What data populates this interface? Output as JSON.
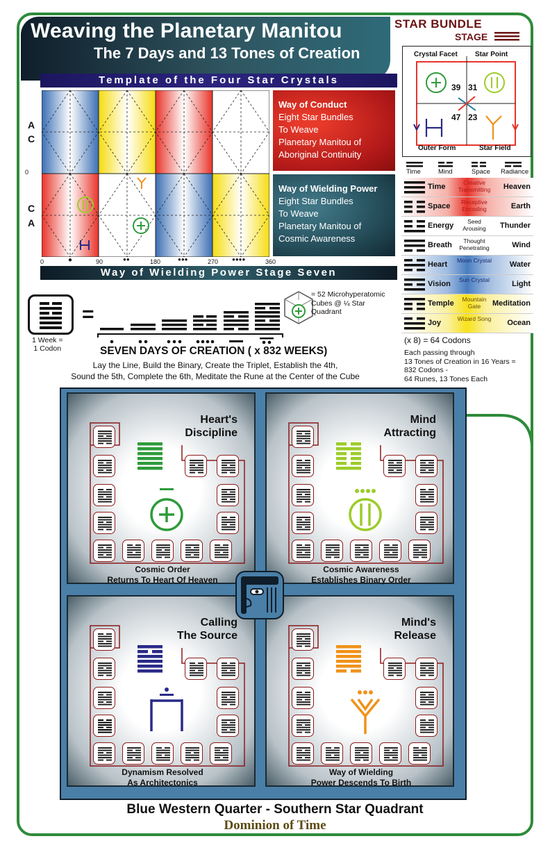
{
  "header": {
    "title": "Weaving the Planetary Manitou",
    "subtitle": "The 7 Days and 13 Tones of Creation"
  },
  "template": {
    "bar_title": "Template of the Four Star Crystals",
    "row_label_top": [
      "A",
      "C"
    ],
    "row_label_bottom": [
      "C",
      "A"
    ],
    "zero_label": "0",
    "axis_ticks": [
      "0",
      "90",
      "180",
      "270",
      "360"
    ],
    "bottom_bar": "Way of Wielding Power Stage Seven",
    "way_conduct": {
      "title": "Way of Conduct",
      "lines": [
        "Eight Star Bundles",
        "To Weave",
        "Planetary Manitou of",
        "Aboriginal Continuity"
      ]
    },
    "way_power": {
      "title": "Way of Wielding Power",
      "lines": [
        "Eight Star Bundles",
        "To Weave",
        "Planetary Manitou of",
        "Cosmic Awareness"
      ]
    }
  },
  "star_bundle": {
    "title": "STAR BUNDLE",
    "stage": "STAGE",
    "cells": [
      "Crystal Facet",
      "Star Point",
      "Outer Form",
      "Star Field"
    ],
    "numbers": [
      "39",
      "31",
      "47",
      "23"
    ],
    "col_headers": [
      "Time",
      "Mind",
      "Space",
      "Radiance"
    ],
    "rows": [
      {
        "left": "Time",
        "mid": "Creative Transmitting",
        "right": "Heaven"
      },
      {
        "left": "Space",
        "mid": "Receptive Encoding",
        "right": "Earth"
      },
      {
        "left": "Energy",
        "mid": "Seed Arousing",
        "right": "Thunder"
      },
      {
        "left": "Breath",
        "mid": "Thought Penetrating",
        "right": "Wind"
      },
      {
        "left": "Heart",
        "mid": "Moon Crystal",
        "right": "Water"
      },
      {
        "left": "Vision",
        "mid": "Sun Crystal",
        "right": "Light"
      },
      {
        "left": "Temple",
        "mid": "Mountain Gate",
        "right": "Meditation"
      },
      {
        "left": "Joy",
        "mid": "Wizard Song",
        "right": "Ocean"
      }
    ],
    "codons_total": "(x 8) = 64 Codons",
    "codons_note": [
      "Each passing through",
      "13 Tones of Creation in 16 Years =",
      "832 Codons -",
      "64 Runes, 13 Tones Each"
    ]
  },
  "days": {
    "week_label": [
      "1 Week =",
      "1 Codon"
    ],
    "equals": "=",
    "cube_note": [
      "= 52 Microhyperatomic",
      "Cubes @ ¼ Star",
      "Quadrant"
    ],
    "title": "SEVEN DAYS OF CREATION ( x 832 WEEKS)",
    "desc1": "Lay the Line, Build the Binary, Create the Triplet, Establish the 4th,",
    "desc2": "Sound the 5th, Complete the 6th, Meditate the Rune at the Center of the Cube"
  },
  "panels": [
    {
      "title": [
        "Heart's",
        "Discipline"
      ],
      "foot": [
        "Cosmic Order",
        "Returns To Heart Of Heaven"
      ],
      "color": "#2e9b3a"
    },
    {
      "title": [
        "Mind",
        "Attracting"
      ],
      "foot": [
        "Cosmic Awareness",
        "Establishes Binary Order"
      ],
      "color": "#9ccc2a"
    },
    {
      "title": [
        "Calling",
        "The Source"
      ],
      "foot": [
        "Dynamism Resolved",
        "As Architectonics"
      ],
      "color": "#2a2a88"
    },
    {
      "title": [
        "Mind's",
        "Release"
      ],
      "foot": [
        "Way of Wielding",
        "Power Descends To Birth"
      ],
      "color": "#f0921a"
    }
  ],
  "footer": {
    "title": "Blue Western Quarter - Southern Star Quadrant",
    "subtitle": "Dominion of Time"
  },
  "colors": {
    "frame_green": "#2e8b3a",
    "crystal_red": "#e8342a",
    "crystal_yellow": "#f7e21a",
    "crystal_blue": "#4a7ec0",
    "title_maroon": "#6b1414"
  }
}
